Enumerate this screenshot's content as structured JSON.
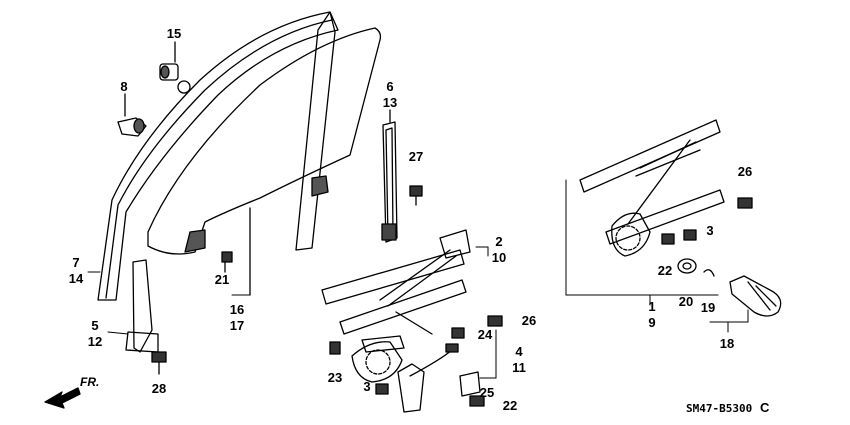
{
  "diagram": {
    "callouts": [
      {
        "id": "c15",
        "text": "15"
      },
      {
        "id": "c8",
        "text": "8"
      },
      {
        "id": "c6",
        "text": "6"
      },
      {
        "id": "c13",
        "text": "13"
      },
      {
        "id": "c27",
        "text": "27"
      },
      {
        "id": "c2",
        "text": "2"
      },
      {
        "id": "c10",
        "text": "10"
      },
      {
        "id": "c7",
        "text": "7"
      },
      {
        "id": "c14",
        "text": "14"
      },
      {
        "id": "c21",
        "text": "21"
      },
      {
        "id": "c16",
        "text": "16"
      },
      {
        "id": "c17",
        "text": "17"
      },
      {
        "id": "c5",
        "text": "5"
      },
      {
        "id": "c12",
        "text": "12"
      },
      {
        "id": "c28",
        "text": "28"
      },
      {
        "id": "c26a",
        "text": "26"
      },
      {
        "id": "c24",
        "text": "24"
      },
      {
        "id": "c4",
        "text": "4"
      },
      {
        "id": "c11",
        "text": "11"
      },
      {
        "id": "c23",
        "text": "23"
      },
      {
        "id": "c3a",
        "text": "3"
      },
      {
        "id": "c25",
        "text": "25"
      },
      {
        "id": "c22a",
        "text": "22"
      },
      {
        "id": "c26b",
        "text": "26"
      },
      {
        "id": "c3b",
        "text": "3"
      },
      {
        "id": "c22b",
        "text": "22"
      },
      {
        "id": "c20",
        "text": "20"
      },
      {
        "id": "c19",
        "text": "19"
      },
      {
        "id": "c1",
        "text": "1"
      },
      {
        "id": "c9",
        "text": "9"
      },
      {
        "id": "c18",
        "text": "18"
      }
    ],
    "direction_label": "FR.",
    "drawing_code": "SM47-B5300",
    "revision": "C"
  }
}
